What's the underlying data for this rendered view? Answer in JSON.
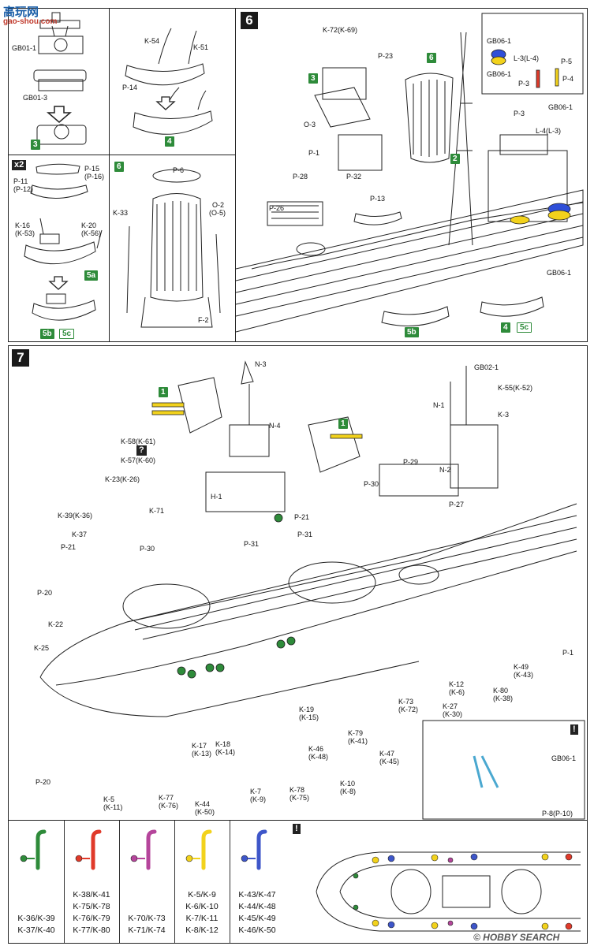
{
  "watermark": {
    "site_cn": "高玩网",
    "site_url": "gao-shou.com",
    "footer": "© HOBBY SEARCH"
  },
  "panel_a": {
    "parts": [
      "GB01-1",
      "GB01-3"
    ],
    "result": "3"
  },
  "panel_b": {
    "parts": [
      "K-54",
      "K-51",
      "P-14"
    ],
    "result": "4"
  },
  "panel_c": {
    "multiplier": "x2",
    "parts": [
      "P-15",
      "(P-16)",
      "P-11",
      "(P-12)",
      "K-16",
      "(K-53)",
      "K-20",
      "(K-56)"
    ],
    "mid": "5a",
    "result_a": "5b",
    "result_b": "5c"
  },
  "panel_d": {
    "step": "6",
    "parts": [
      "P-6",
      "K-33",
      "O-2",
      "(O-5)",
      "F-2"
    ]
  },
  "step6": {
    "number": "6",
    "labels": [
      "K-72(K-69)",
      "P-23",
      "O-3",
      "P-1",
      "P-28",
      "P-32",
      "P-26",
      "P-13",
      "P-3",
      "GB06-1",
      "L-4(L-3)",
      "GB06-1",
      "GB06-1",
      "GB06-1",
      "L-3(L-4)",
      "P-5",
      "P-3",
      "P-4"
    ],
    "green": [
      "3",
      "6",
      "2",
      "4",
      "5b"
    ],
    "green_out": [
      "5c"
    ]
  },
  "step7": {
    "number": "7",
    "labels": [
      "N-3",
      "N-4",
      "H-1",
      "GB02-1",
      "K-55(K-52)",
      "N-1",
      "K-3",
      "N-2",
      "K-58(K-61)",
      "K-57(K-60)",
      "K-23(K-26)",
      "K-71",
      "K-39(K-36)",
      "P-30",
      "K-37",
      "P-21",
      "P-20",
      "K-22",
      "K-25",
      "P-31",
      "P-31",
      "P-21",
      "P-30",
      "P-29",
      "P-27",
      "P-1",
      "K-49",
      "(K-43)",
      "K-12",
      "(K-6)",
      "K-80",
      "(K-38)",
      "K-73",
      "(K-72)",
      "K-27",
      "(K-30)",
      "K-19",
      "(K-15)",
      "K-79",
      "(K-41)",
      "K-46",
      "(K-48)",
      "K-47",
      "(K-45)",
      "K-17",
      "(K-13)",
      "K-18",
      "(K-14)",
      "K-10",
      "(K-8)",
      "K-78",
      "(K-75)",
      "K-7",
      "(K-9)",
      "K-44",
      "(K-50)",
      "K-77",
      "(K-76)",
      "K-5",
      "(K-11)",
      "P-20",
      "GB06-1",
      "P-8(P-10)"
    ],
    "green": [
      "1",
      "1"
    ],
    "question": "?",
    "attention": "!"
  },
  "legend": {
    "columns": [
      {
        "color": "#2e8b3a",
        "lines": [
          "K-36/K-39",
          "K-37/K-40"
        ]
      },
      {
        "color": "#e03a2a",
        "lines": [
          "K-38/K-41",
          "K-75/K-78",
          "K-76/K-79",
          "K-77/K-80"
        ]
      },
      {
        "color": "#b5459b",
        "lines": [
          "K-70/K-73",
          "K-71/K-74"
        ]
      },
      {
        "color": "#f2d21c",
        "lines": [
          "K-5/K-9",
          "K-6/K-10",
          "K-7/K-11",
          "K-8/K-12"
        ]
      },
      {
        "color": "#3e56c9",
        "lines": [
          "K-43/K-47",
          "K-44/K-48",
          "K-45/K-49",
          "K-46/K-50"
        ]
      }
    ],
    "attention": "!"
  }
}
